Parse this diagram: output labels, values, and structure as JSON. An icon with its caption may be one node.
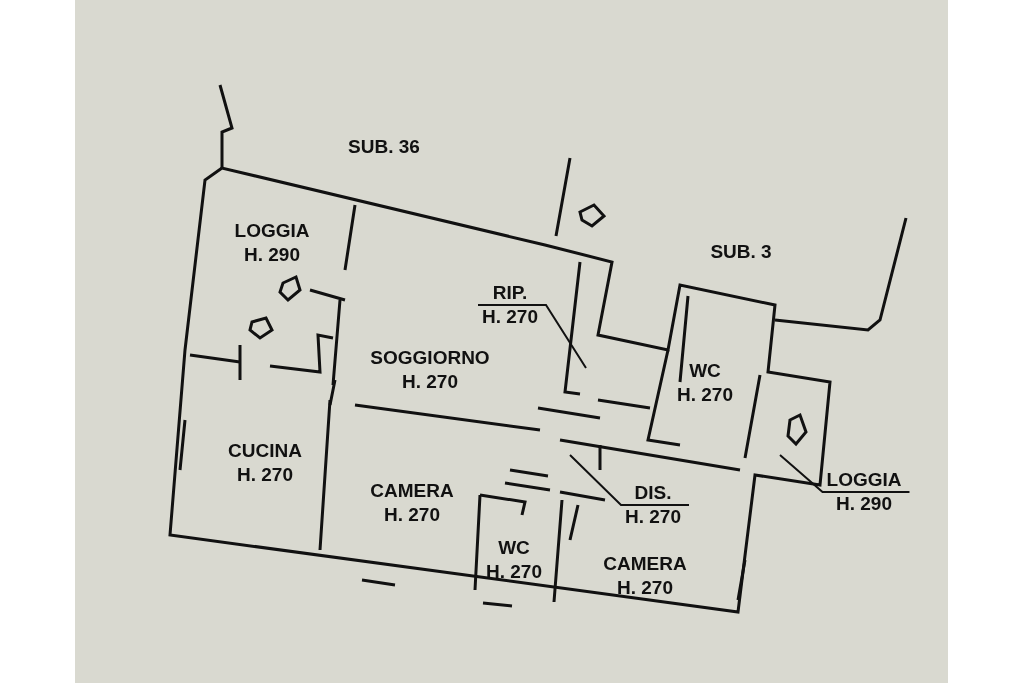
{
  "diagram": {
    "nodes": [
      {
        "text": [
          "LOGGIA",
          "H. 290"
        ]
      },
      {
        "text": [
          "SOGGIORNO",
          "H. 270"
        ]
      },
      {
        "text": [
          "RIP.",
          "H. 270"
        ]
      },
      {
        "text": [
          "WC",
          "H. 270"
        ]
      },
      {
        "text": [
          "CUCINA",
          "H. 270"
        ]
      },
      {
        "text": [
          "CAMERA",
          "H. 270"
        ]
      },
      {
        "text": [
          "DIS.",
          "H. 270"
        ]
      },
      {
        "text": [
          "LOGGIA",
          "H. 290"
        ]
      },
      {
        "text": [
          "WC",
          "H. 270"
        ]
      },
      {
        "text": [
          "CAMERA",
          "H. 270"
        ]
      }
    ],
    "edges": [
      {
        "from": 2,
        "to": null,
        "arrow": "none"
      },
      {
        "from": 6,
        "to": null,
        "arrow": "none"
      },
      {
        "from": 7,
        "to": null,
        "arrow": "none"
      }
    ],
    "labels": [
      "SUB. 36",
      "SUB. 3"
    ]
  }
}
